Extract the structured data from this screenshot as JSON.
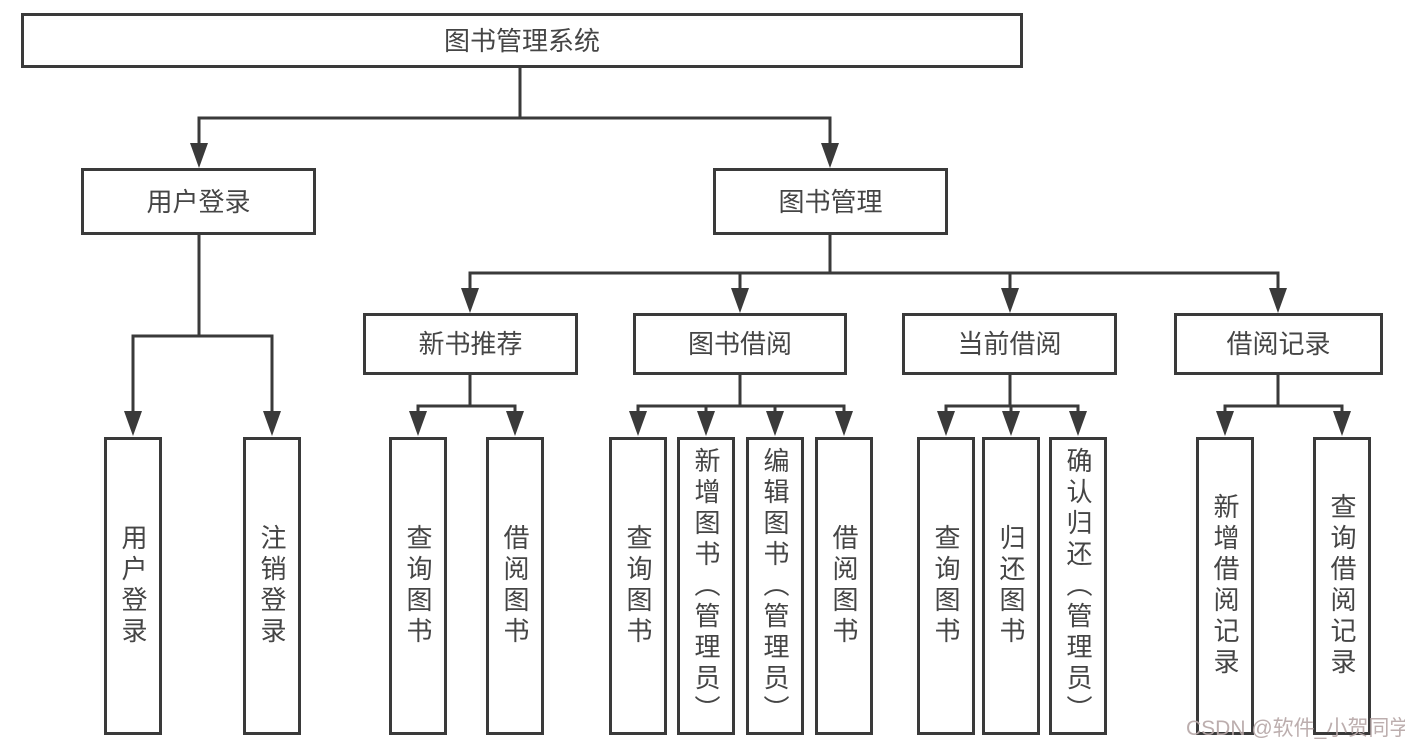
{
  "diagram": {
    "type": "hierarchy-tree",
    "root": {
      "label": "图书管理系统"
    },
    "level2": [
      {
        "label": "用户登录",
        "parent": "图书管理系统"
      },
      {
        "label": "图书管理",
        "parent": "图书管理系统"
      }
    ],
    "level3": [
      {
        "label": "新书推荐",
        "parent": "图书管理"
      },
      {
        "label": "图书借阅",
        "parent": "图书管理"
      },
      {
        "label": "当前借阅",
        "parent": "图书管理"
      },
      {
        "label": "借阅记录",
        "parent": "图书管理"
      }
    ],
    "leaves": [
      {
        "label": "用户登录",
        "parent": "用户登录"
      },
      {
        "label": "注销登录",
        "parent": "用户登录"
      },
      {
        "label": "查询图书",
        "parent": "新书推荐"
      },
      {
        "label": "借阅图书",
        "parent": "新书推荐"
      },
      {
        "label": "查询图书",
        "parent": "图书借阅"
      },
      {
        "label": "新增图书（管理员）",
        "parent": "图书借阅"
      },
      {
        "label": "编辑图书（管理员）",
        "parent": "图书借阅"
      },
      {
        "label": "借阅图书",
        "parent": "图书借阅"
      },
      {
        "label": "查询图书",
        "parent": "当前借阅"
      },
      {
        "label": "归还图书",
        "parent": "当前借阅"
      },
      {
        "label": "确认归还（管理员）",
        "parent": "当前借阅"
      },
      {
        "label": "新增借阅记录",
        "parent": "借阅记录"
      },
      {
        "label": "查询借阅记录",
        "parent": "借阅记录"
      }
    ]
  },
  "watermark": {
    "text": "CSDN @软件_小贺同学"
  },
  "colors": {
    "line": "#3a3a3a",
    "box_border": "#3a3a3a",
    "box_fill": "#ffffff",
    "text": "#454545",
    "watermark": "#b6a7a7",
    "background": "#ffffff"
  }
}
